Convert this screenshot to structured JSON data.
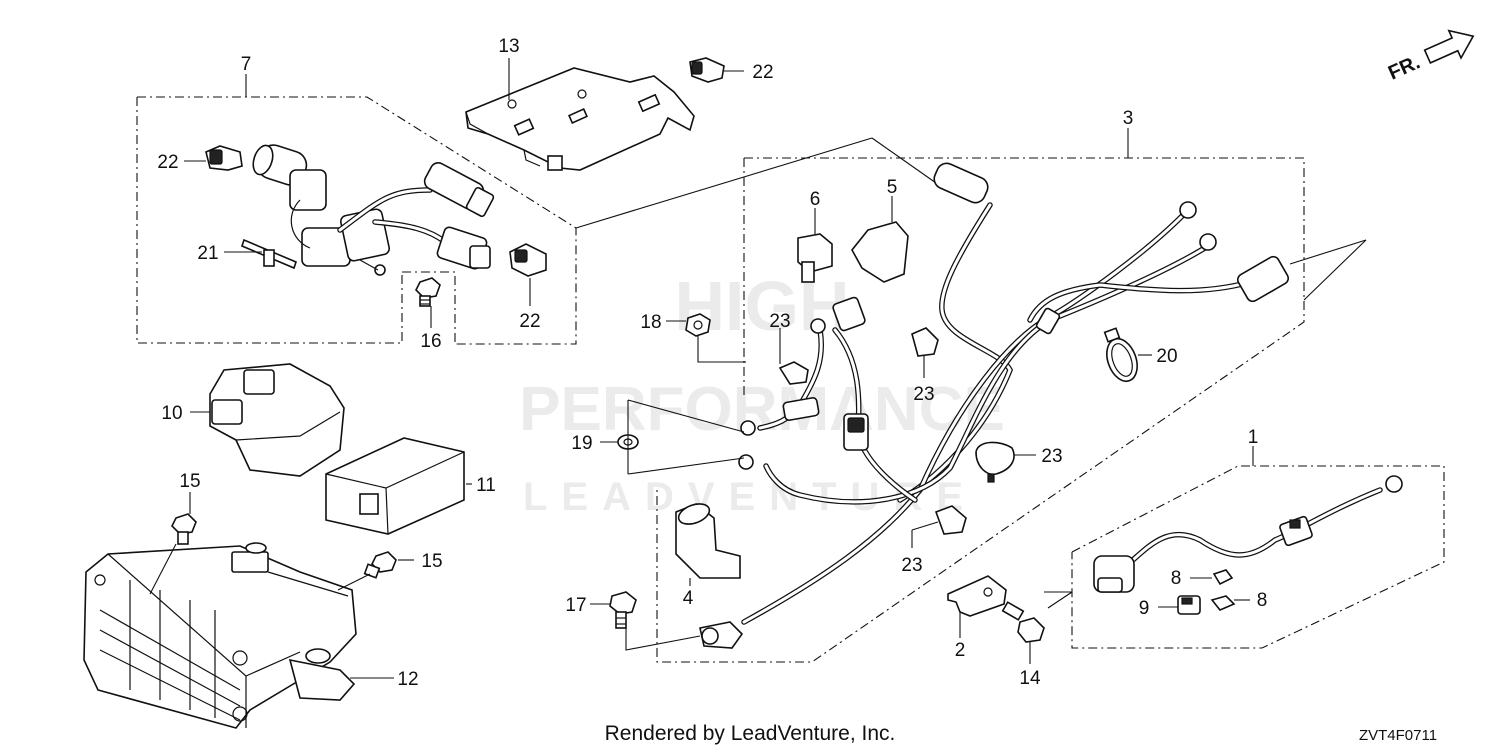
{
  "watermark": {
    "line1": "HIGH",
    "line2": "PERFORMANCE",
    "line3": "LEADVENTURE"
  },
  "direction_label": "FR.",
  "footer_text": "Rendered by LeadVenture, Inc.",
  "diagram_code": "ZVT4F0711",
  "callouts": {
    "c1": "1",
    "c2": "2",
    "c3": "3",
    "c4": "4",
    "c5": "5",
    "c6": "6",
    "c7": "7",
    "c8a": "8",
    "c8b": "8",
    "c9": "9",
    "c10": "10",
    "c11": "11",
    "c12": "12",
    "c13": "13",
    "c14": "14",
    "c15a": "15",
    "c15b": "15",
    "c16": "16",
    "c17": "17",
    "c18": "18",
    "c19": "19",
    "c20": "20",
    "c21": "21",
    "c22a": "22",
    "c22b": "22",
    "c22c": "22",
    "c23a": "23",
    "c23b": "23",
    "c23c": "23",
    "c23d": "23"
  }
}
